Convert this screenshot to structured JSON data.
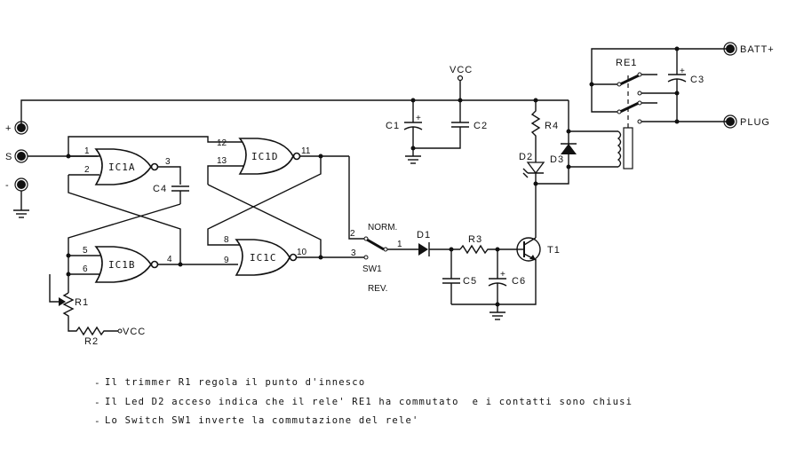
{
  "terminals": {
    "plus": "+",
    "signal": "S",
    "minus": "-",
    "batt": "BATT+",
    "plug": "PLUG"
  },
  "gates": {
    "ic1a": "IC1A",
    "ic1b": "IC1B",
    "ic1c": "IC1C",
    "ic1d": "IC1D"
  },
  "pins": {
    "p1": "1",
    "p2": "2",
    "p3": "3",
    "p4": "4",
    "p5": "5",
    "p6": "6",
    "p8": "8",
    "p9": "9",
    "p10": "10",
    "p11": "11",
    "p12": "12",
    "p13": "13",
    "sw_p1": "1",
    "sw_p2": "2",
    "sw_p3": "3"
  },
  "components": {
    "c1": "C1",
    "c2": "C2",
    "c3": "C3",
    "c4": "C4",
    "c5": "C5",
    "c6": "C6",
    "r1": "R1",
    "r2": "R2",
    "r3": "R3",
    "r4": "R4",
    "d1": "D1",
    "d2": "D2",
    "d3": "D3",
    "t1": "T1",
    "re1": "RE1",
    "sw1": "SW1",
    "norm": "NORM.",
    "rev": "REV.",
    "vcc_top": "VCC",
    "vcc_r2": "VCC",
    "plus_sign": "+"
  },
  "notes": [
    {
      "bullet": "-",
      "text": "Il trimmer R1 regola il punto d'innesco"
    },
    {
      "bullet": "-",
      "text": "Il Led D2 acceso indica che il rele' RE1 ha commutato  e i contatti sono chiusi"
    },
    {
      "bullet": "-",
      "text": "Lo Switch SW1 inverte la commutazione del rele'"
    }
  ]
}
